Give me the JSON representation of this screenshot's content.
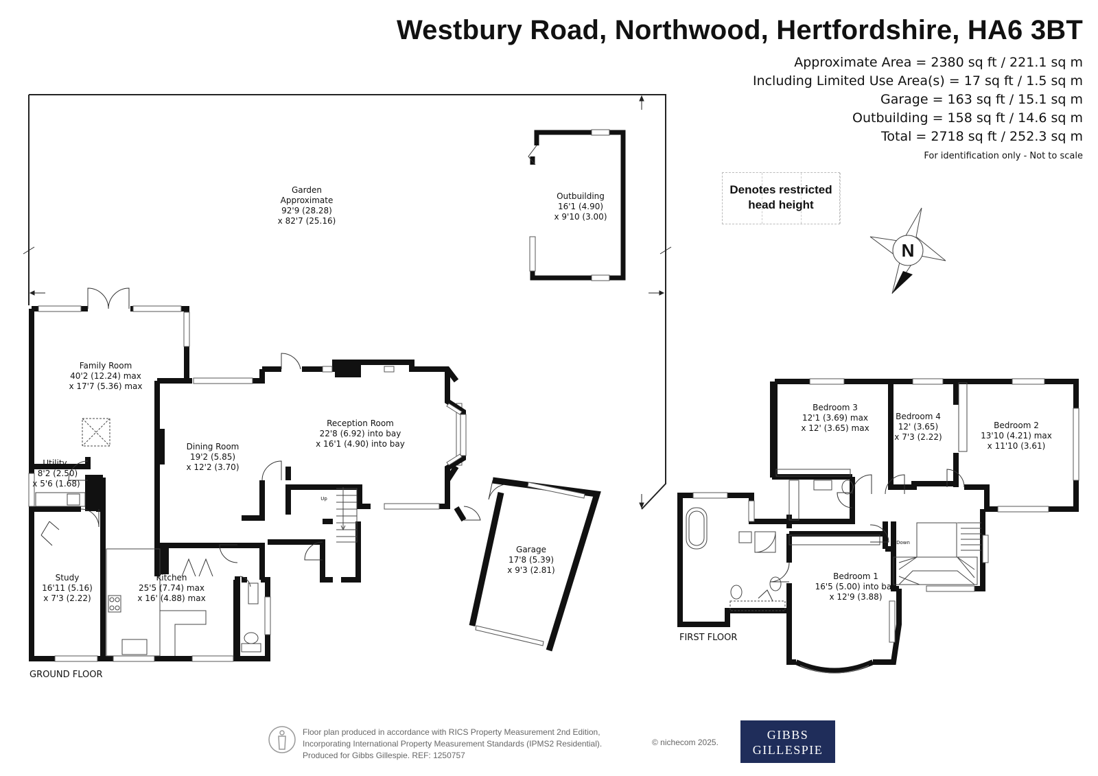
{
  "header": {
    "title": "Westbury Road, Northwood, Hertfordshire, HA6 3BT",
    "areas": [
      "Approximate Area = 2380 sq ft / 221.1 sq m",
      "Including Limited Use Area(s) = 17 sq ft / 1.5 sq m",
      "Garage = 163 sq ft / 15.1 sq m",
      "Outbuilding = 158 sq ft / 14.6 sq m",
      "Total = 2718 sq ft / 252.3 sq m"
    ],
    "disclaimer": "For identification only - Not to scale"
  },
  "legend": {
    "line1": "Denotes restricted",
    "line2": "head height"
  },
  "compass": {
    "letter": "N"
  },
  "floors": {
    "ground": "GROUND FLOOR",
    "first": "FIRST FLOOR"
  },
  "rooms": {
    "garden": [
      "Garden",
      "Approximate",
      "92'9 (28.28)",
      "x 82'7 (25.16)"
    ],
    "outbuilding": [
      "Outbuilding",
      "16'1 (4.90)",
      "x 9'10 (3.00)"
    ],
    "family": [
      "Family Room",
      "40'2 (12.24) max",
      "x 17'7 (5.36) max"
    ],
    "dining": [
      "Dining Room",
      "19'2 (5.85)",
      "x 12'2 (3.70)"
    ],
    "reception": [
      "Reception Room",
      "22'8 (6.92) into bay",
      "x 16'1 (4.90) into bay"
    ],
    "utility": [
      "Utility",
      "8'2 (2.50)",
      "x 5'6 (1.68)"
    ],
    "study": [
      "Study",
      "16'11 (5.16)",
      "x 7'3 (2.22)"
    ],
    "kitchen": [
      "Kitchen",
      "25'5 (7.74) max",
      "x 16' (4.88) max"
    ],
    "garage": [
      "Garage",
      "17'8 (5.39)",
      "x 9'3 (2.81)"
    ],
    "bedroom1": [
      "Bedroom 1",
      "16'5 (5.00) into bay",
      "x 12'9 (3.88)"
    ],
    "bedroom2": [
      "Bedroom 2",
      "13'10 (4.21) max",
      "x 11'10 (3.61)"
    ],
    "bedroom3": [
      "Bedroom 3",
      "12'1 (3.69) max",
      "x 12' (3.65) max"
    ],
    "bedroom4": [
      "Bedroom 4",
      "12' (3.65)",
      "x 7'3 (2.22)"
    ]
  },
  "stairs": {
    "up": "Up",
    "down": "Down"
  },
  "footer": {
    "lines": [
      "Floor plan produced in accordance with RICS Property Measurement 2nd Edition,",
      "Incorporating International Property Measurement Standards (IPMS2 Residential).",
      "Produced for Gibbs Gillespie.    REF: 1250757"
    ],
    "copyright": "© nichecom 2025.",
    "logo_line1": "GIBBS",
    "logo_line2": "GILLESPIE"
  }
}
